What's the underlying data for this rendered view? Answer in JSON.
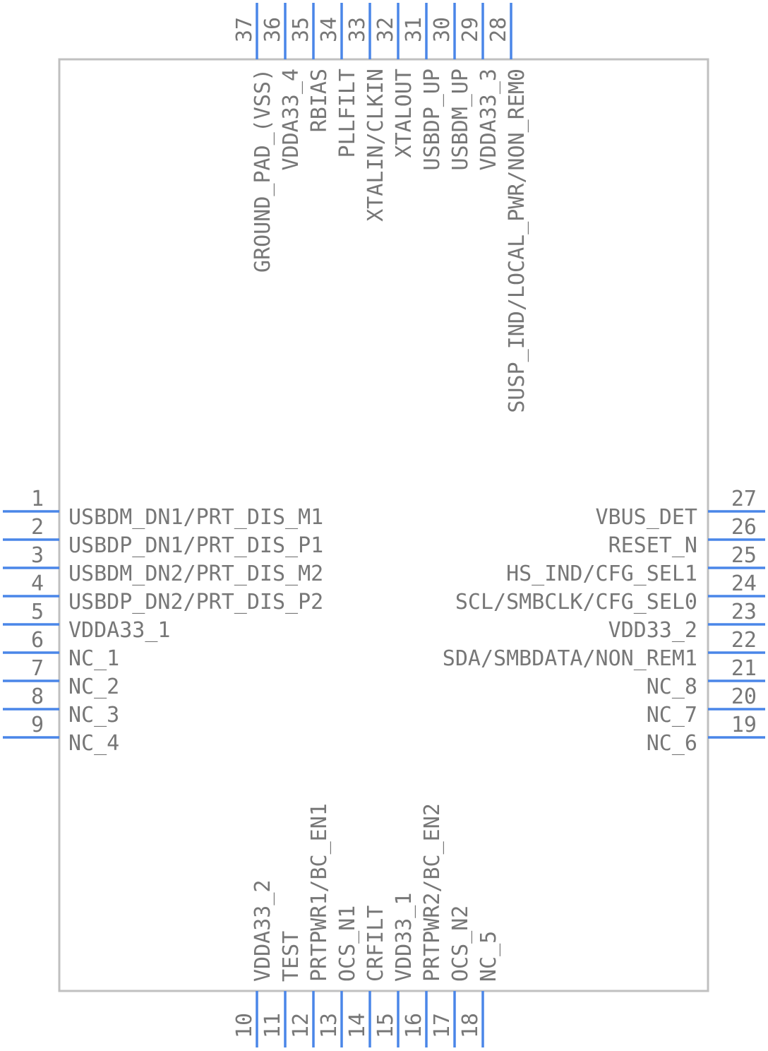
{
  "colors": {
    "body_outline": "#c0c0c0",
    "pin_line": "#4a86e8",
    "text": "#777777"
  },
  "pins": {
    "left": [
      {
        "number": "1",
        "name": "USBDM_DN1/PRT_DIS_M1"
      },
      {
        "number": "2",
        "name": "USBDP_DN1/PRT_DIS_P1"
      },
      {
        "number": "3",
        "name": "USBDM_DN2/PRT_DIS_M2"
      },
      {
        "number": "4",
        "name": "USBDP_DN2/PRT_DIS_P2"
      },
      {
        "number": "5",
        "name": "VDDA33_1"
      },
      {
        "number": "6",
        "name": "NC_1"
      },
      {
        "number": "7",
        "name": "NC_2"
      },
      {
        "number": "8",
        "name": "NC_3"
      },
      {
        "number": "9",
        "name": "NC_4"
      }
    ],
    "bottom": [
      {
        "number": "10",
        "name": "VDDA33_2"
      },
      {
        "number": "11",
        "name": "TEST"
      },
      {
        "number": "12",
        "name": "PRTPWR1/BC_EN1"
      },
      {
        "number": "13",
        "name": "OCS_N1"
      },
      {
        "number": "14",
        "name": "CRFILT"
      },
      {
        "number": "15",
        "name": "VDD33_1"
      },
      {
        "number": "16",
        "name": "PRTPWR2/BC_EN2"
      },
      {
        "number": "17",
        "name": "OCS_N2"
      },
      {
        "number": "18",
        "name": "NC_5"
      }
    ],
    "right": [
      {
        "number": "27",
        "name": "VBUS_DET"
      },
      {
        "number": "26",
        "name": "RESET_N"
      },
      {
        "number": "25",
        "name": "HS_IND/CFG_SEL1"
      },
      {
        "number": "24",
        "name": "SCL/SMBCLK/CFG_SEL0"
      },
      {
        "number": "23",
        "name": "VDD33_2"
      },
      {
        "number": "22",
        "name": "SDA/SMBDATA/NON_REM1"
      },
      {
        "number": "21",
        "name": "NC_8"
      },
      {
        "number": "20",
        "name": "NC_7"
      },
      {
        "number": "19",
        "name": "NC_6"
      }
    ],
    "top": [
      {
        "number": "37",
        "name": "GROUND_PAD_(VSS)"
      },
      {
        "number": "36",
        "name": "VDDA33_4"
      },
      {
        "number": "35",
        "name": "RBIAS"
      },
      {
        "number": "34",
        "name": "PLLFILT"
      },
      {
        "number": "33",
        "name": "XTALIN/CLKIN"
      },
      {
        "number": "32",
        "name": "XTALOUT"
      },
      {
        "number": "31",
        "name": "USBDP_UP"
      },
      {
        "number": "30",
        "name": "USBDM_UP"
      },
      {
        "number": "29",
        "name": "VDDA33_3"
      },
      {
        "number": "28",
        "name": "SUSP_IND/LOCAL_PWR/NON_REM0"
      }
    ]
  }
}
